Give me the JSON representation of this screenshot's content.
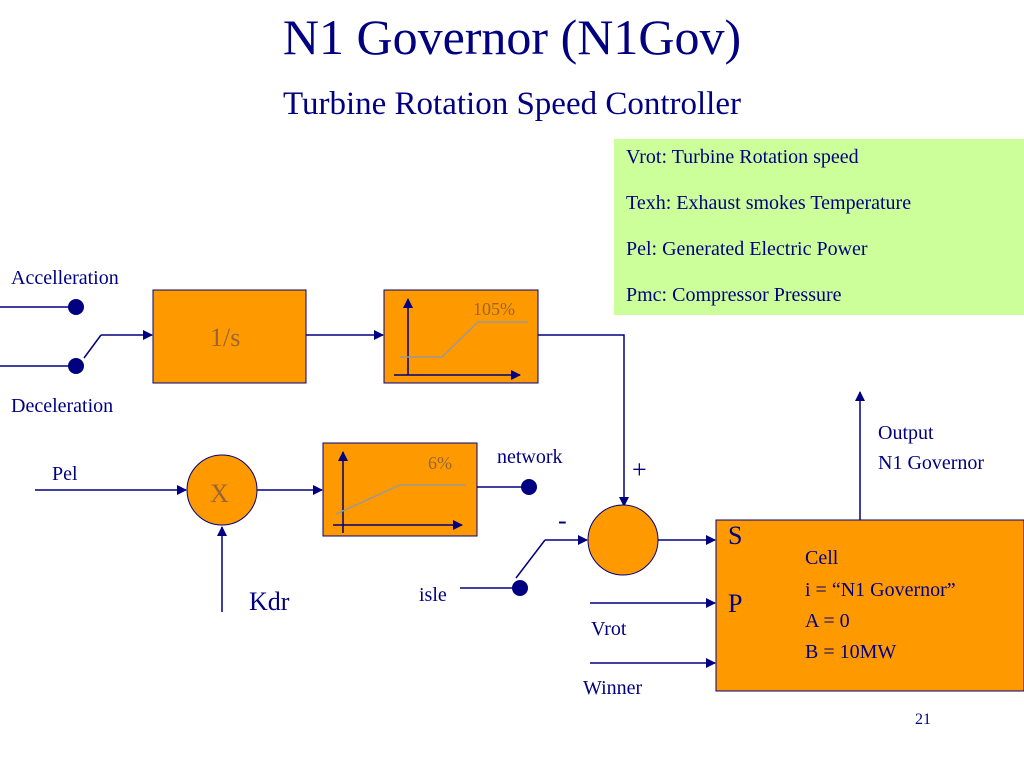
{
  "title": "N1 Governor (N1Gov)",
  "subtitle": "Turbine Rotation Speed Controller",
  "legend": {
    "items": [
      "Vrot: Turbine Rotation speed",
      "Texh: Exhaust smokes Temperature",
      "Pel: Generated Electric Power",
      "Pmc: Compressor Pressure"
    ]
  },
  "diagram": {
    "accel_label": "Accelleration",
    "decel_label": "Deceleration",
    "integrator_label": "1/s",
    "limit1_label": "105%",
    "limit2_label": "6%",
    "pel_label": "Pel",
    "multiplier_label": "X",
    "kdr_label": "Kdr",
    "network_label": "network",
    "isle_label": "isle",
    "plus_sign": "+",
    "minus_sign": "-",
    "vrot_label": "Vrot",
    "winner_label": "Winner",
    "output_line1": "Output",
    "output_line2": "N1 Governor",
    "cell_s": "S",
    "cell_p": "P",
    "cell_lines": [
      "Cell",
      "i = “N1 Governor”",
      "A = 0",
      "B = 10MW"
    ]
  },
  "page_number": "21",
  "colors": {
    "block_fill": "#ff9900",
    "line": "#000080",
    "legend_bg": "#ccff99",
    "curve": "#999999"
  }
}
